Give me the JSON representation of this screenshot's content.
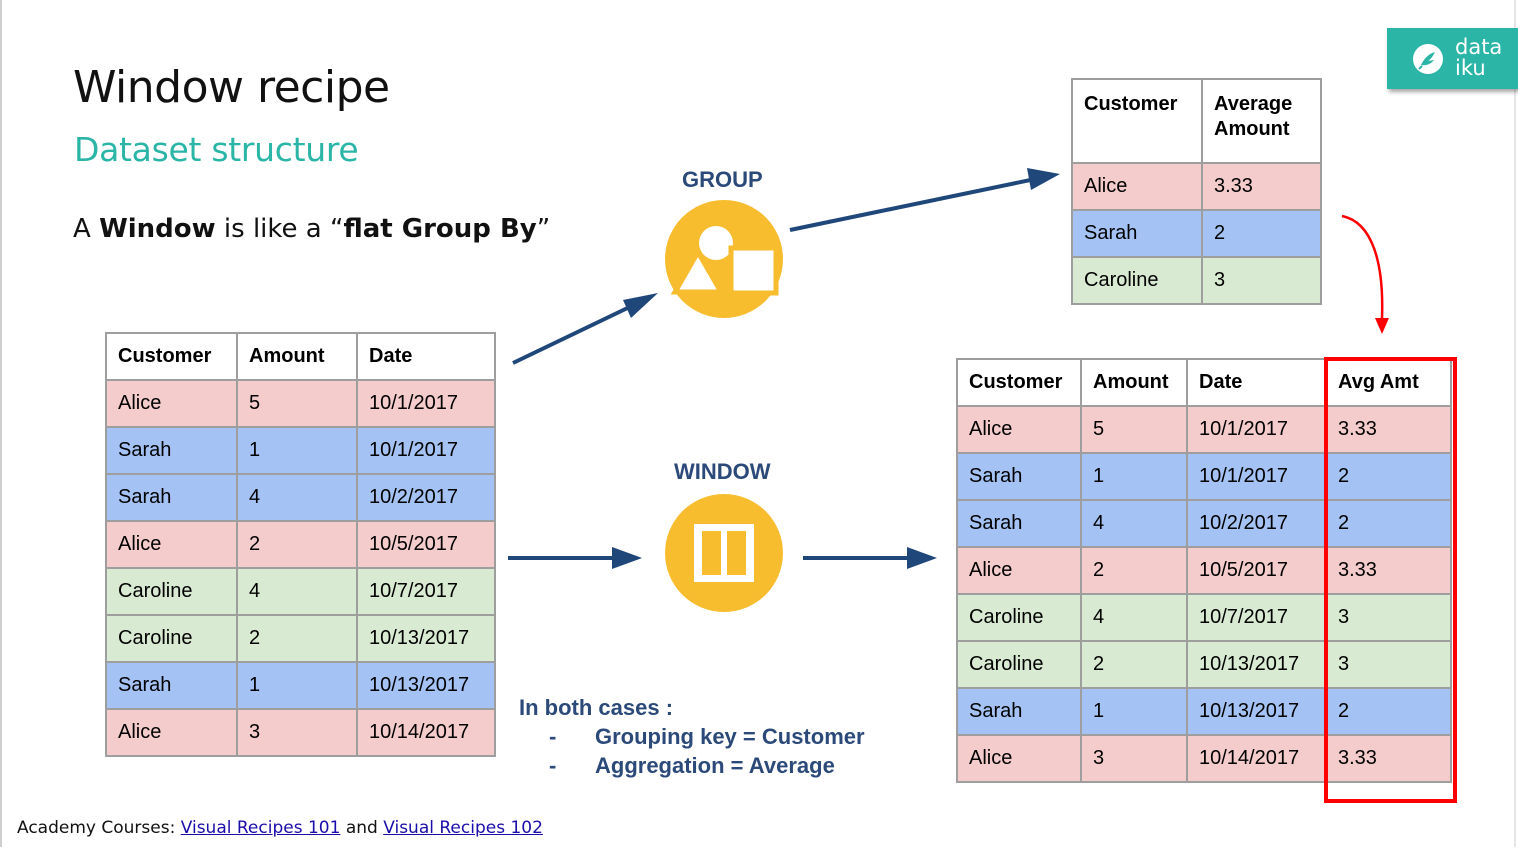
{
  "slide": {
    "title": "Window recipe",
    "subtitle": "Dataset structure",
    "intro": {
      "prefix": "A ",
      "bold1": "Window",
      "middle": " is like a “",
      "bold2": "flat Group By",
      "suffix": "”"
    }
  },
  "logo": {
    "line1": "data",
    "line2": "iku"
  },
  "operations": {
    "group_label": "GROUP",
    "window_label": "WINDOW"
  },
  "input_table": {
    "headers": [
      "Customer",
      "Amount",
      "Date"
    ],
    "rows": [
      {
        "customer": "Alice",
        "amount": "5",
        "date": "10/1/2017"
      },
      {
        "customer": "Sarah",
        "amount": "1",
        "date": "10/1/2017"
      },
      {
        "customer": "Sarah",
        "amount": "4",
        "date": "10/2/2017"
      },
      {
        "customer": "Alice",
        "amount": "2",
        "date": "10/5/2017"
      },
      {
        "customer": "Caroline",
        "amount": "4",
        "date": "10/7/2017"
      },
      {
        "customer": "Caroline",
        "amount": "2",
        "date": "10/13/2017"
      },
      {
        "customer": "Sarah",
        "amount": "1",
        "date": "10/13/2017"
      },
      {
        "customer": "Alice",
        "amount": "3",
        "date": "10/14/2017"
      }
    ]
  },
  "group_table": {
    "headers": [
      "Customer",
      "Average Amount"
    ],
    "rows": [
      {
        "customer": "Alice",
        "avg": "3.33"
      },
      {
        "customer": "Sarah",
        "avg": "2"
      },
      {
        "customer": "Caroline",
        "avg": "3"
      }
    ]
  },
  "window_table": {
    "headers": [
      "Customer",
      "Amount",
      "Date",
      "Avg Amt"
    ],
    "rows": [
      {
        "customer": "Alice",
        "amount": "5",
        "date": "10/1/2017",
        "avg": "3.33"
      },
      {
        "customer": "Sarah",
        "amount": "1",
        "date": "10/1/2017",
        "avg": "2"
      },
      {
        "customer": "Sarah",
        "amount": "4",
        "date": "10/2/2017",
        "avg": "2"
      },
      {
        "customer": "Alice",
        "amount": "2",
        "date": "10/5/2017",
        "avg": "3.33"
      },
      {
        "customer": "Caroline",
        "amount": "4",
        "date": "10/7/2017",
        "avg": "3"
      },
      {
        "customer": "Caroline",
        "amount": "2",
        "date": "10/13/2017",
        "avg": "3"
      },
      {
        "customer": "Sarah",
        "amount": "1",
        "date": "10/13/2017",
        "avg": "2"
      },
      {
        "customer": "Alice",
        "amount": "3",
        "date": "10/14/2017",
        "avg": "3.33"
      }
    ]
  },
  "note": {
    "heading": "In both cases :",
    "items": [
      {
        "dash": "-",
        "text": "Grouping key = Customer"
      },
      {
        "dash": "-",
        "text": "Aggregation = Average"
      }
    ]
  },
  "footer": {
    "prefix": "Academy Courses: ",
    "link1": "Visual Recipes 101",
    "middle": " and ",
    "link2": "Visual Recipes 102"
  },
  "colors": {
    "alice": "#f4cccc",
    "sarah": "#a4c2f4",
    "caroline": "#d9ead3",
    "accent": "#2bb5a7",
    "icon": "#f7bd2e",
    "arrow": "#1f477a",
    "highlight": "#ff0000"
  }
}
